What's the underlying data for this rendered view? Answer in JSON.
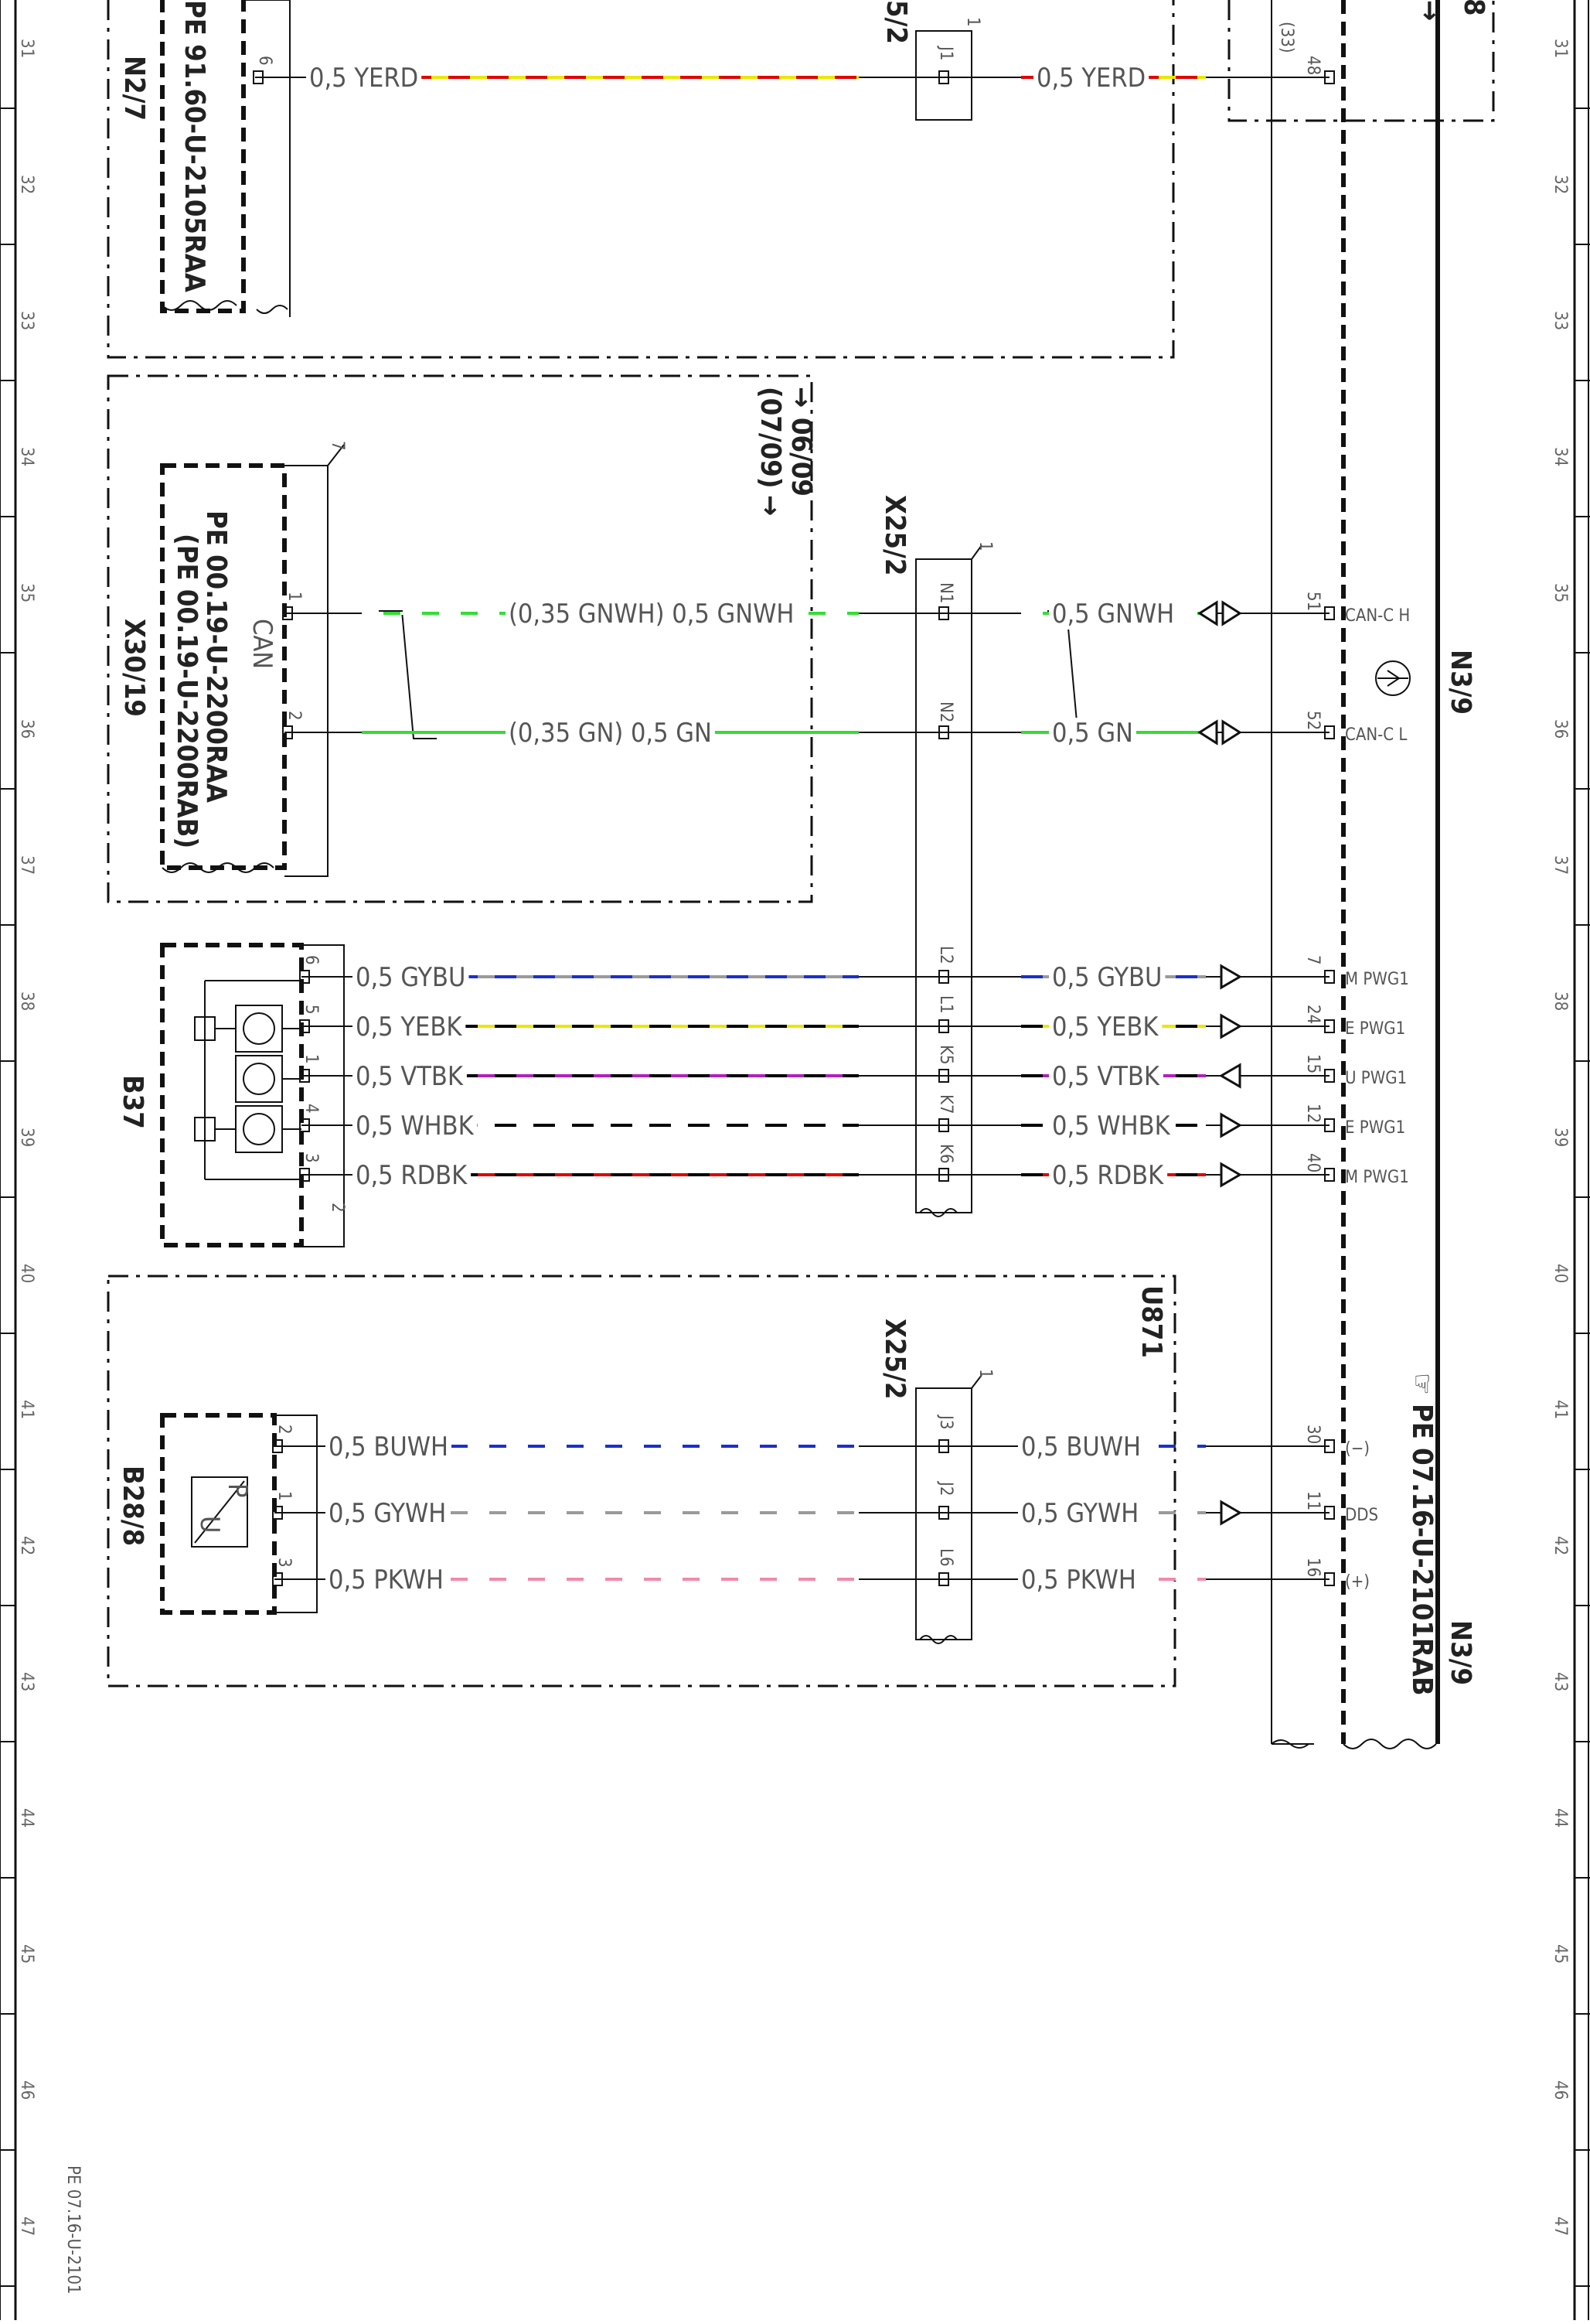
{
  "sheet": {
    "grid_numbers": [
      "31",
      "32",
      "33",
      "34",
      "35",
      "36",
      "37",
      "38",
      "39",
      "40",
      "41",
      "42",
      "43",
      "44",
      "45",
      "46",
      "47"
    ],
    "footer": "PE 07.16-U-2101"
  },
  "components": {
    "n27": {
      "id": "N2/7",
      "ref": "PE 91.60-U-2105RAA"
    },
    "x30_19": {
      "id": "X30/19",
      "ref1": "PE 00.19-U-2200RAA",
      "ref2": "(PE 00.19-U-2200RAB)",
      "bus": "CAN",
      "pins": [
        "1",
        "2"
      ],
      "count": "7"
    },
    "x25_2": {
      "id": "X25/2",
      "id_partial": "5/2",
      "date": "06/09",
      "date2": "(07/09)",
      "arrow": "→",
      "arrow2": "→",
      "pin1": "1"
    },
    "b37": {
      "id": "B37",
      "pins": [
        "6",
        "5",
        "1",
        "4",
        "3",
        "2"
      ]
    },
    "b28_8": {
      "id": "B28/8",
      "pins": [
        "2",
        "1",
        "3"
      ],
      "symbol_p": "P",
      "symbol_u": "U"
    },
    "u871": {
      "id": "U871"
    },
    "n3_9": {
      "id": "N3/9",
      "ref": "PE 07.16-U-2101RAB",
      "partial": "8",
      "arrow": "→"
    }
  },
  "wires": [
    {
      "left_pin": "6",
      "left": "0,5 YERD",
      "conn_pin": "J1",
      "right": "0,5 YERD",
      "right_pin": "48",
      "right_pin2": "(33)",
      "signal": ""
    },
    {
      "left_pin": "1",
      "left": "(0,35 GNWH) 0,5 GNWH",
      "conn_pin": "N1",
      "right": "0,5 GNWH",
      "right_pin": "51",
      "signal": "CAN-C H"
    },
    {
      "left_pin": "2",
      "left": "(0,35 GN) 0,5 GN",
      "conn_pin": "N2",
      "right": "0,5 GN",
      "right_pin": "52",
      "signal": "CAN-C L"
    },
    {
      "left_pin": "6",
      "left": "0,5 GYBU",
      "conn_pin": "L2",
      "right": "0,5 GYBU",
      "right_pin": "7",
      "signal": "M PWG1"
    },
    {
      "left_pin": "5",
      "left": "0,5 YEBK",
      "conn_pin": "L1",
      "right": "0,5 YEBK",
      "right_pin": "24",
      "signal": "E PWG1"
    },
    {
      "left_pin": "1",
      "left": "0,5 VTBK",
      "conn_pin": "K5",
      "right": "0,5 VTBK",
      "right_pin": "15",
      "signal": "U PWG1"
    },
    {
      "left_pin": "4",
      "left": "0,5 WHBK",
      "conn_pin": "K7",
      "right": "0,5 WHBK",
      "right_pin": "12",
      "signal": "E PWG1"
    },
    {
      "left_pin": "3",
      "left": "0,5 RDBK",
      "conn_pin": "K6",
      "right": "0,5 RDBK",
      "right_pin": "40",
      "signal": "M PWG1"
    },
    {
      "left_pin": "2",
      "left": "0,5 BUWH",
      "conn_pin": "J3",
      "right": "0,5 BUWH",
      "right_pin": "30",
      "signal": "(−)"
    },
    {
      "left_pin": "1",
      "left": "0,5 GYWH",
      "conn_pin": "J2",
      "right": "0,5 GYWH",
      "right_pin": "11",
      "signal": "DDS"
    },
    {
      "left_pin": "3",
      "left": "0,5 PKWH",
      "conn_pin": "L6",
      "right": "0,5 PKWH",
      "right_pin": "16",
      "signal": "(+)"
    }
  ],
  "colors": {
    "YE": "#e8e800",
    "RD": "#e00000",
    "GN": "#33dd33",
    "WH": "#ffffff",
    "GY": "#9a9a9a",
    "BU": "#1a2fd0",
    "BK": "#000000",
    "VT": "#b020c0",
    "PK": "#f08aa8"
  }
}
